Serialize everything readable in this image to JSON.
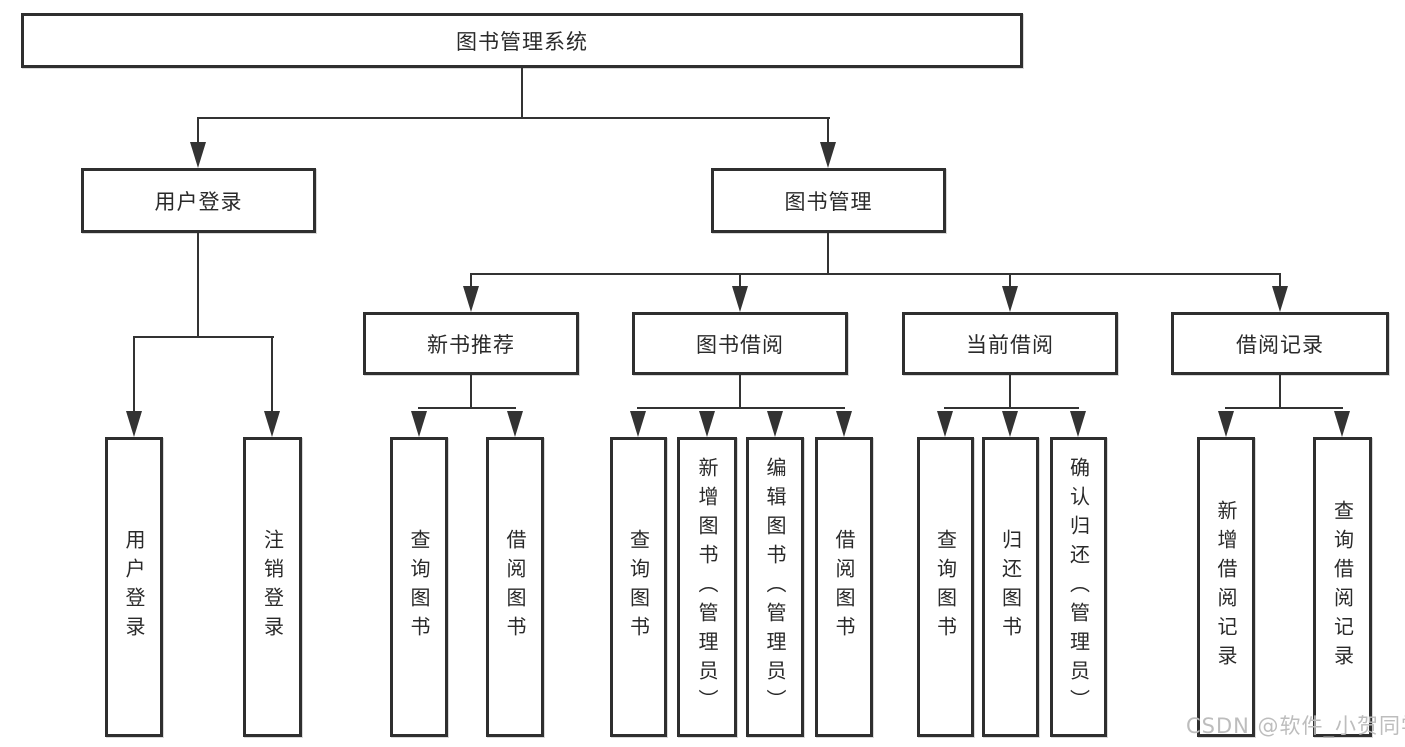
{
  "diagram_type": "hierarchy-tree",
  "colors": {
    "line": "#333333",
    "box_border": "#2f2f2f",
    "text": "#2a2a2a",
    "watermark": "#bdbdbd",
    "background": "#ffffff"
  },
  "root": {
    "label": "图书管理系统"
  },
  "branches": [
    {
      "label": "用户登录",
      "children": [
        "用户登录",
        "注销登录"
      ]
    },
    {
      "label": "图书管理",
      "children": [
        {
          "label": "新书推荐",
          "children": [
            "查询图书",
            "借阅图书"
          ]
        },
        {
          "label": "图书借阅",
          "children": [
            "查询图书",
            "新增图书（管理员）",
            "编辑图书（管理员）",
            "借阅图书"
          ]
        },
        {
          "label": "当前借阅",
          "children": [
            "查询图书",
            "归还图书",
            "确认归还（管理员）"
          ]
        },
        {
          "label": "借阅记录",
          "children": [
            "新增借阅记录",
            "查询借阅记录"
          ]
        }
      ]
    }
  ],
  "watermark": "CSDN @软件_小贺同学"
}
